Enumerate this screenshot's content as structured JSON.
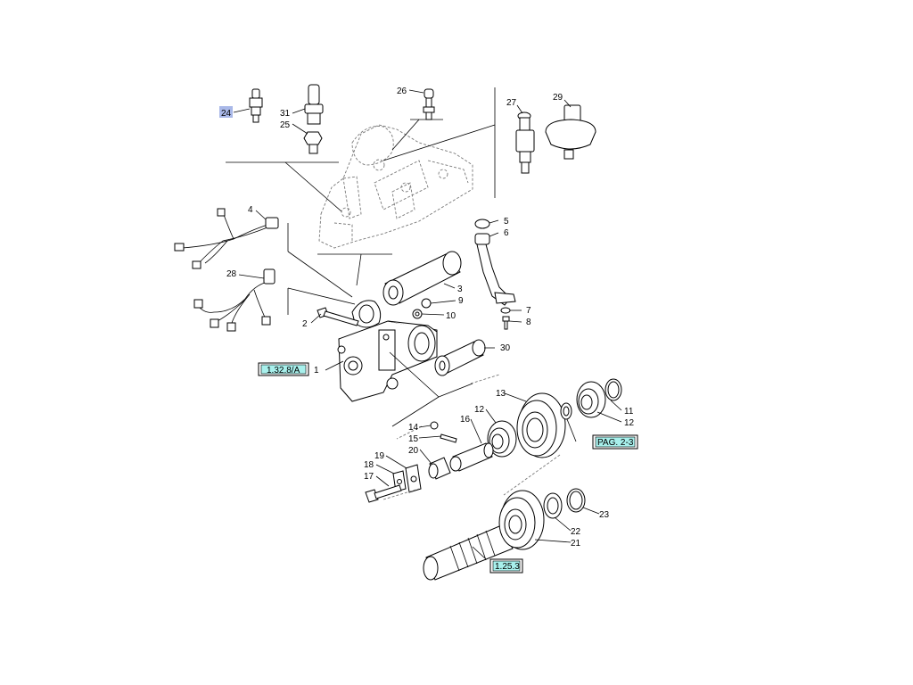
{
  "callouts": {
    "p1": "1",
    "p2": "2",
    "p3": "3",
    "p4": "4",
    "p5": "5",
    "p6": "6",
    "p7": "7",
    "p8": "8",
    "p9": "9",
    "p10": "10",
    "p11": "11",
    "p12a": "12",
    "p12b": "12",
    "p13": "13",
    "p14": "14",
    "p15": "15",
    "p16": "16",
    "p17": "17",
    "p18": "18",
    "p19": "19",
    "p20": "20",
    "p21": "21",
    "p22": "22",
    "p23": "23",
    "p24": "24",
    "p25": "25",
    "p26": "26",
    "p27": "27",
    "p28": "28",
    "p29": "29",
    "p30": "30",
    "p31": "31"
  },
  "refs": {
    "r1": "1.32.8/A",
    "r2": "PAG. 2-3",
    "r3": "1.25.3"
  },
  "colors": {
    "ref_fill": "#a8f0ec",
    "highlight": "#a9b8e8"
  }
}
